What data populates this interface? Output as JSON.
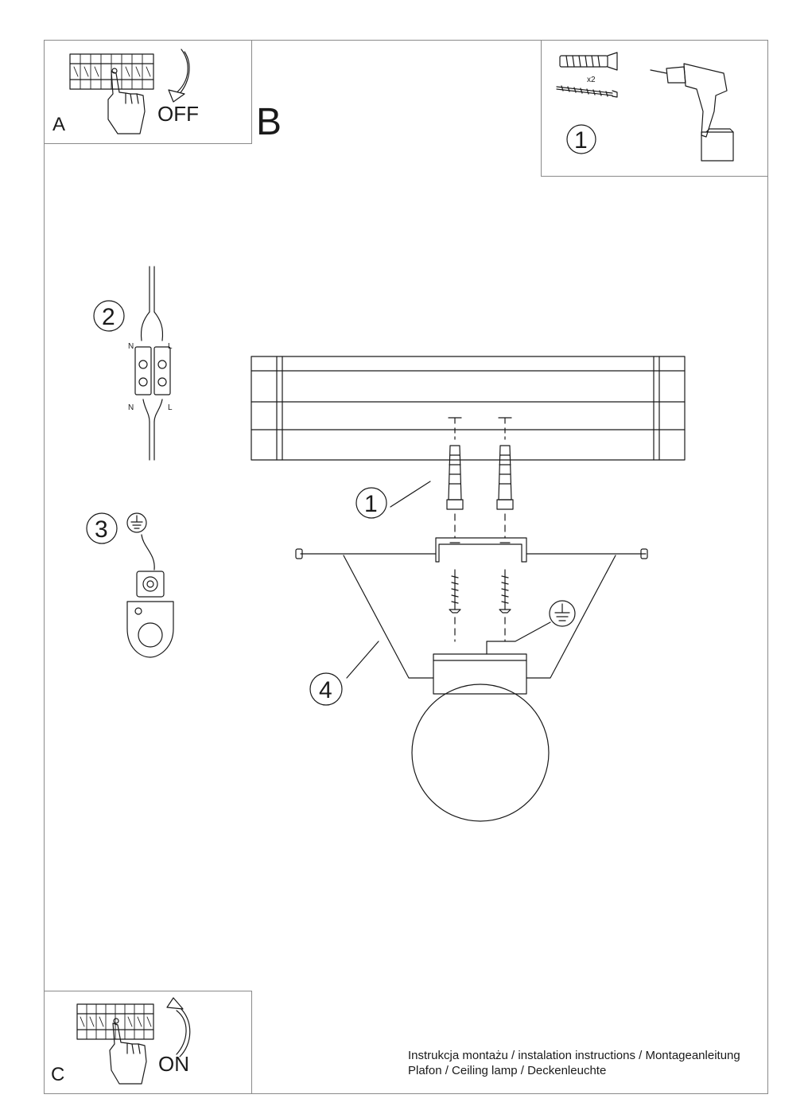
{
  "panels": {
    "a": {
      "letter": "A",
      "action": "OFF"
    },
    "b": {
      "letter": "B"
    },
    "c": {
      "letter": "C",
      "action": "ON"
    }
  },
  "tools": {
    "quantity": "x2",
    "step": "1"
  },
  "steps": {
    "wiring": {
      "number": "2",
      "terminal_top_left": "N",
      "terminal_top_right": "L",
      "terminal_bottom_left": "N",
      "terminal_bottom_right": "L"
    },
    "ground": {
      "number": "3"
    },
    "mount": {
      "number": "1"
    },
    "canopy": {
      "number": "4"
    }
  },
  "footer": {
    "line1": "Instrukcja montażu / instalation instructions / Montageanleitung",
    "line2": "Plafon / Ceiling lamp / Deckenleuchte"
  },
  "icons": {
    "breaker": "circuit-breaker-icon",
    "hand": "hand-icon",
    "arrow": "curved-arrow-icon",
    "drill": "drill-icon",
    "ground": "ground-symbol-icon"
  }
}
